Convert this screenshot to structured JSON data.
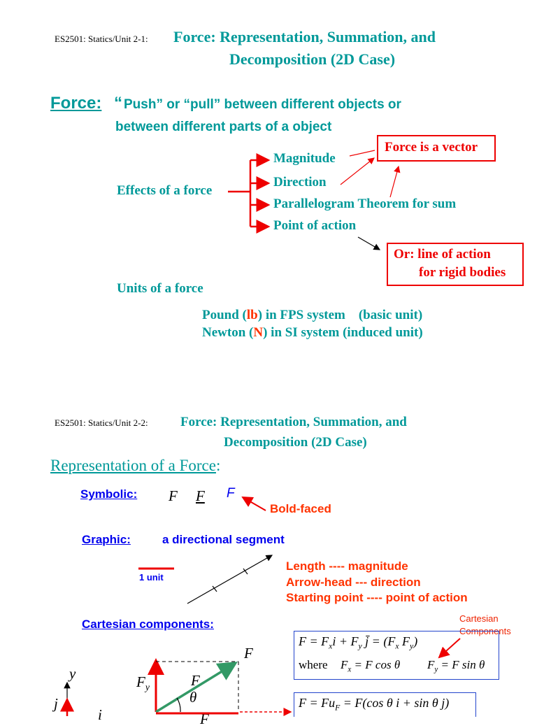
{
  "slide1": {
    "header_code": "ES2501: Statics/Unit 2-1:",
    "title_line1": "Force: Representation, Summation, and",
    "title_line2": "Decomposition (2D Case)",
    "force_label": "Force:",
    "definition_quote": "“",
    "definition_line1": "Push” or “pull” between different objects or",
    "definition_line2": "between different parts of a object",
    "effects_label": "Effects of a force",
    "effects": [
      "Magnitude",
      "Direction",
      "Parallelogram Theorem for sum",
      "Point of action"
    ],
    "vector_box": "Force is a vector",
    "line_of_action_line1": "Or: line of action",
    "line_of_action_line2": "for rigid bodies",
    "units_label": "Units of a force",
    "units": {
      "pound_pre": "Pound (",
      "pound_sym": "lb",
      "pound_post": ") in FPS system    (basic unit)",
      "newton_pre": "Newton (",
      "newton_sym": "N",
      "newton_post": ") in SI system (induced unit)"
    }
  },
  "slide2": {
    "header_code": "ES2501: Statics/Unit 2-2:",
    "title_line1": "Force: Representation, Summation, and",
    "title_line2": "Decomposition (2D Case)",
    "section_title": "Representation of a Force",
    "section_colon": ":",
    "symbolic_label": "Symbolic:",
    "sym_italic": "F",
    "sym_underlined": "F",
    "sym_bold": "F",
    "bold_faced": "Bold-faced",
    "graphic_label": "Graphic:",
    "graphic_desc": "a directional segment",
    "unit_label": "1 unit",
    "graphic_notes": [
      "Length ---- magnitude",
      "Arrow-head --- direction",
      "Starting point ---- point of action"
    ],
    "cartesian_label": "Cartesian components:",
    "cartesian_note_line1": "Cartesian",
    "cartesian_note_line2": "Components",
    "eq1": "F = Fₓi + F_y j = (Fₓ F_y)",
    "eq1_where": "where",
    "eq1_fx": "Fₓ = F cos θ",
    "eq1_fy": "F_y = F sin θ",
    "eq2": "F = Fu_F = F(cos θ i + sin θ j)",
    "diagram": {
      "y_axis": "y",
      "j_vec": "j",
      "i_vec": "i",
      "F_top": "F",
      "Fy": "F",
      "F_mid": "F",
      "theta": "θ",
      "Fx": "F"
    }
  }
}
